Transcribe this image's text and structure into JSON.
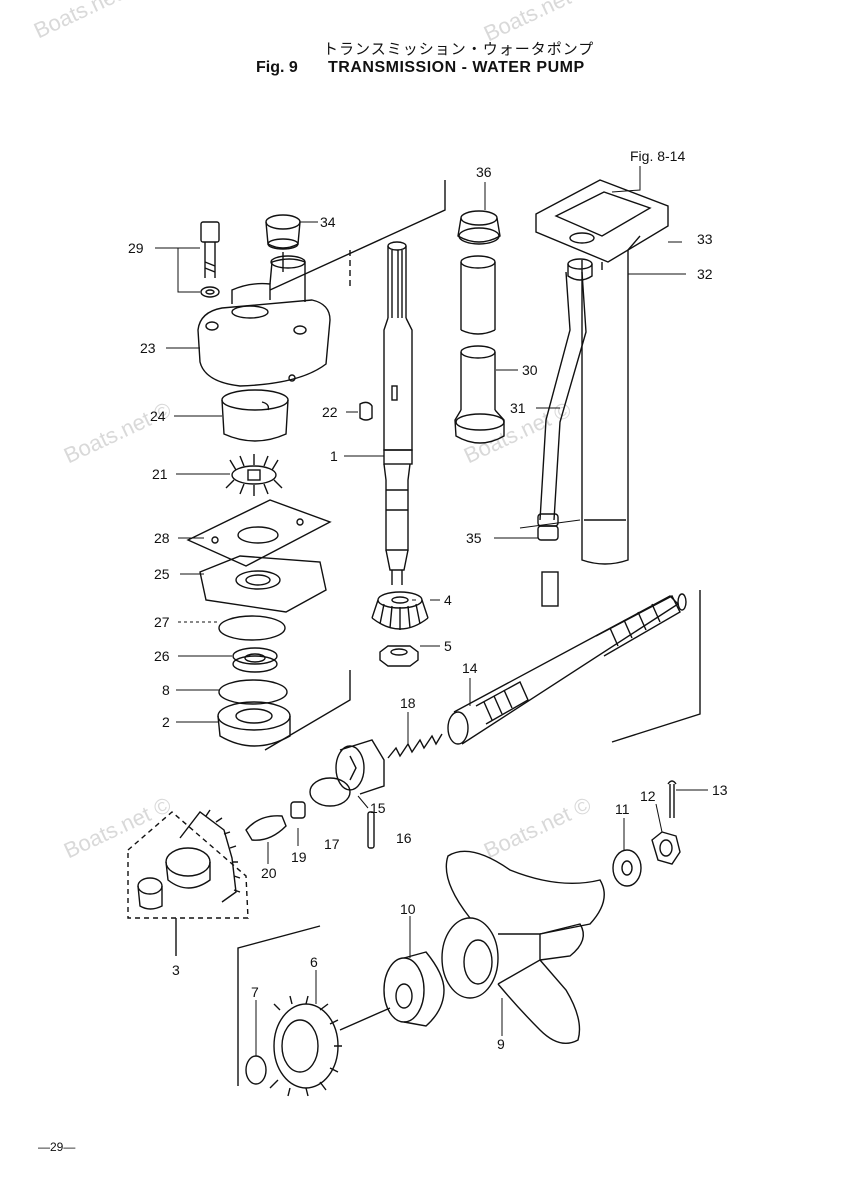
{
  "title": {
    "japanese": "トランスミッション・ウォータポンプ",
    "fig": "Fig. 9",
    "english": "TRANSMISSION - WATER PUMP"
  },
  "page_number": "—29—",
  "watermark": "Boats.net ©",
  "cross_reference": "Fig. 8-14",
  "part_callouts": [
    "1",
    "2",
    "3",
    "4",
    "5",
    "6",
    "7",
    "8",
    "9",
    "10",
    "11",
    "12",
    "13",
    "14",
    "15",
    "16",
    "17",
    "18",
    "19",
    "20",
    "21",
    "22",
    "23",
    "24",
    "25",
    "26",
    "27",
    "28",
    "29",
    "30",
    "31",
    "32",
    "33",
    "34",
    "35",
    "36"
  ]
}
